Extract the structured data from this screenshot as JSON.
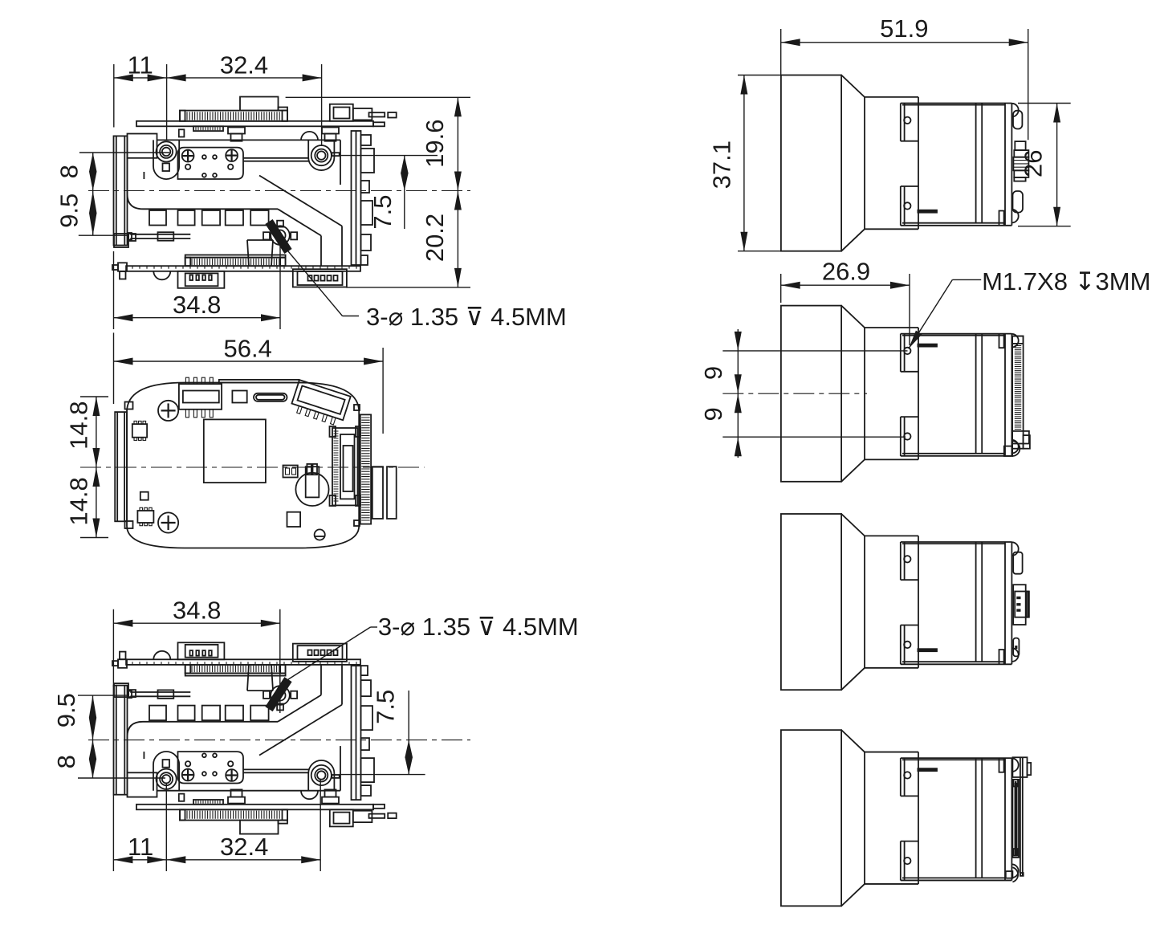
{
  "drawing": {
    "background": "#ffffff",
    "line_color": "#1a1a1a",
    "views": {
      "side_top": {
        "dim_11": "11",
        "dim_32_4": "32.4",
        "dim_19_6": "19.6",
        "dim_7_5": "7.5",
        "dim_20_2": "20.2",
        "dim_8": "8",
        "dim_9_5": "9.5",
        "dim_34_8": "34.8",
        "callout_holes": "3-⌀ 1.35 ⊽ 4.5MM"
      },
      "board_top": {
        "dim_56_4": "56.4",
        "dim_14_8_upper": "14.8",
        "dim_14_8_lower": "14.8"
      },
      "side_bottom": {
        "dim_34_8": "34.8",
        "dim_9_5": "9.5",
        "dim_8": "8",
        "dim_7_5": "7.5",
        "dim_11": "11",
        "dim_32_4": "32.4",
        "callout_holes": "3-⌀ 1.35 ⊽ 4.5MM"
      },
      "front_a": {
        "dim_51_9": "51.9",
        "dim_37_1": "37.1",
        "dim_26": "26"
      },
      "front_b": {
        "dim_26_9": "26.9",
        "dim_9_upper": "9",
        "dim_9_lower": "9",
        "callout_thread": "M1.7X8 ↧3MM"
      },
      "front_c": {},
      "front_d": {}
    }
  }
}
